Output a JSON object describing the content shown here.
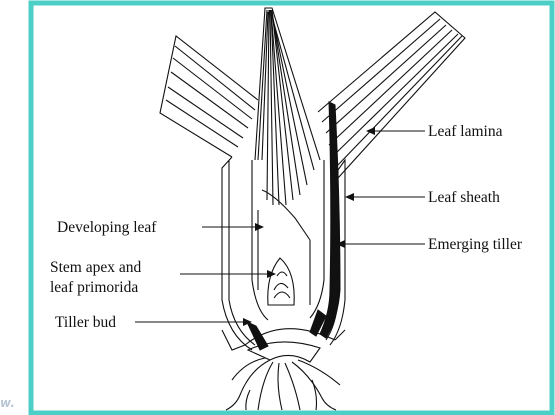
{
  "diagram": {
    "frame_color": "#4ccfc6",
    "ink_color": "#111111",
    "labels": {
      "leaf_lamina": "Leaf lamina",
      "leaf_sheath": "Leaf sheath",
      "emerging_tiller": "Emerging tiller",
      "developing_leaf": "Developing leaf",
      "stem_apex_line1": "Stem apex and",
      "stem_apex_line2": "leaf primorida",
      "tiller_bud": "Tiller bud"
    }
  },
  "corner_text": "w."
}
